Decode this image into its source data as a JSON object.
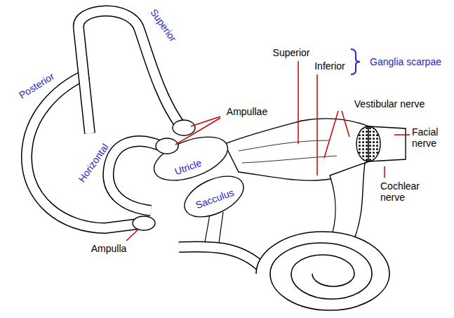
{
  "diagram": {
    "labels": [
      "Superior",
      "Posterior",
      "Horizontal",
      "Ampullae",
      "Utricle",
      "Sacculus",
      "Ampulla",
      "Superior",
      "Inferior",
      "Ganglia scarpae",
      "Vestibular nerve",
      "Facial nerve",
      "Cochlear nerve"
    ]
  }
}
